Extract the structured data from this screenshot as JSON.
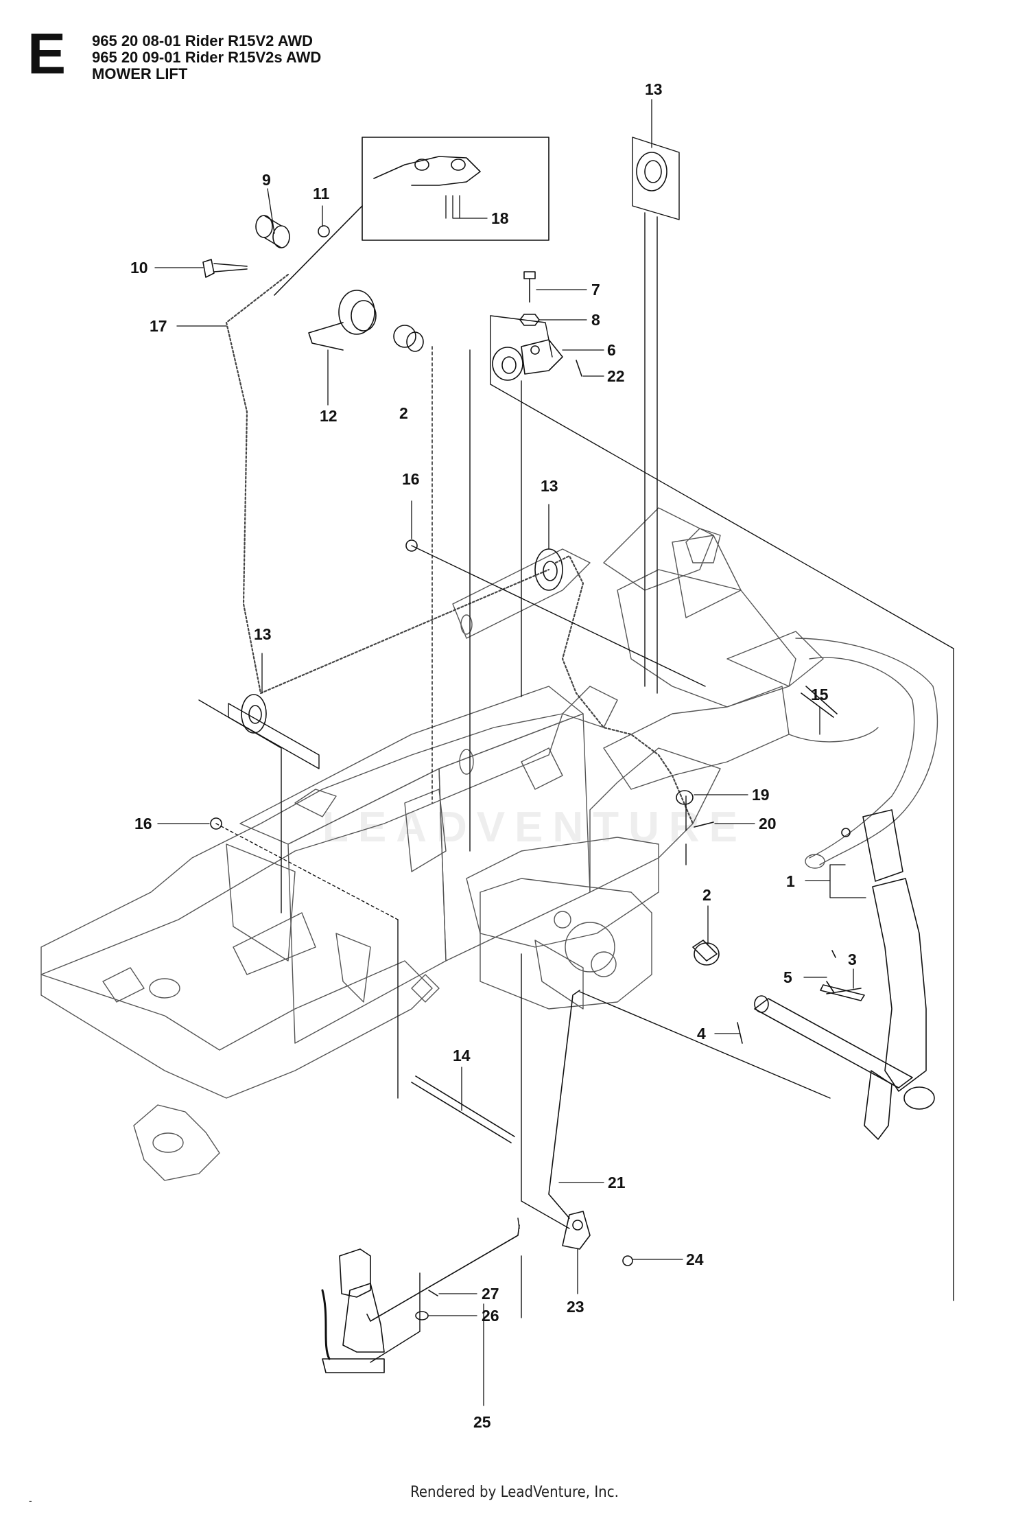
{
  "header": {
    "section_letter": "E",
    "lines": [
      "965 20 08-01 Rider R15V2 AWD",
      "965 20 09-01 Rider R15V2s AWD",
      "MOWER LIFT"
    ]
  },
  "watermark": "LEADVENTURE",
  "footer": "Rendered by LeadVenture, Inc.",
  "footer_mark": "-",
  "callouts": [
    "13",
    "9",
    "11",
    "18",
    "10",
    "7",
    "8",
    "17",
    "6",
    "22",
    "12",
    "2",
    "16",
    "13",
    "13",
    "15",
    "19",
    "16",
    "20",
    "1",
    "2",
    "3",
    "5",
    "4",
    "14",
    "21",
    "24",
    "23",
    "27",
    "26",
    "25"
  ]
}
